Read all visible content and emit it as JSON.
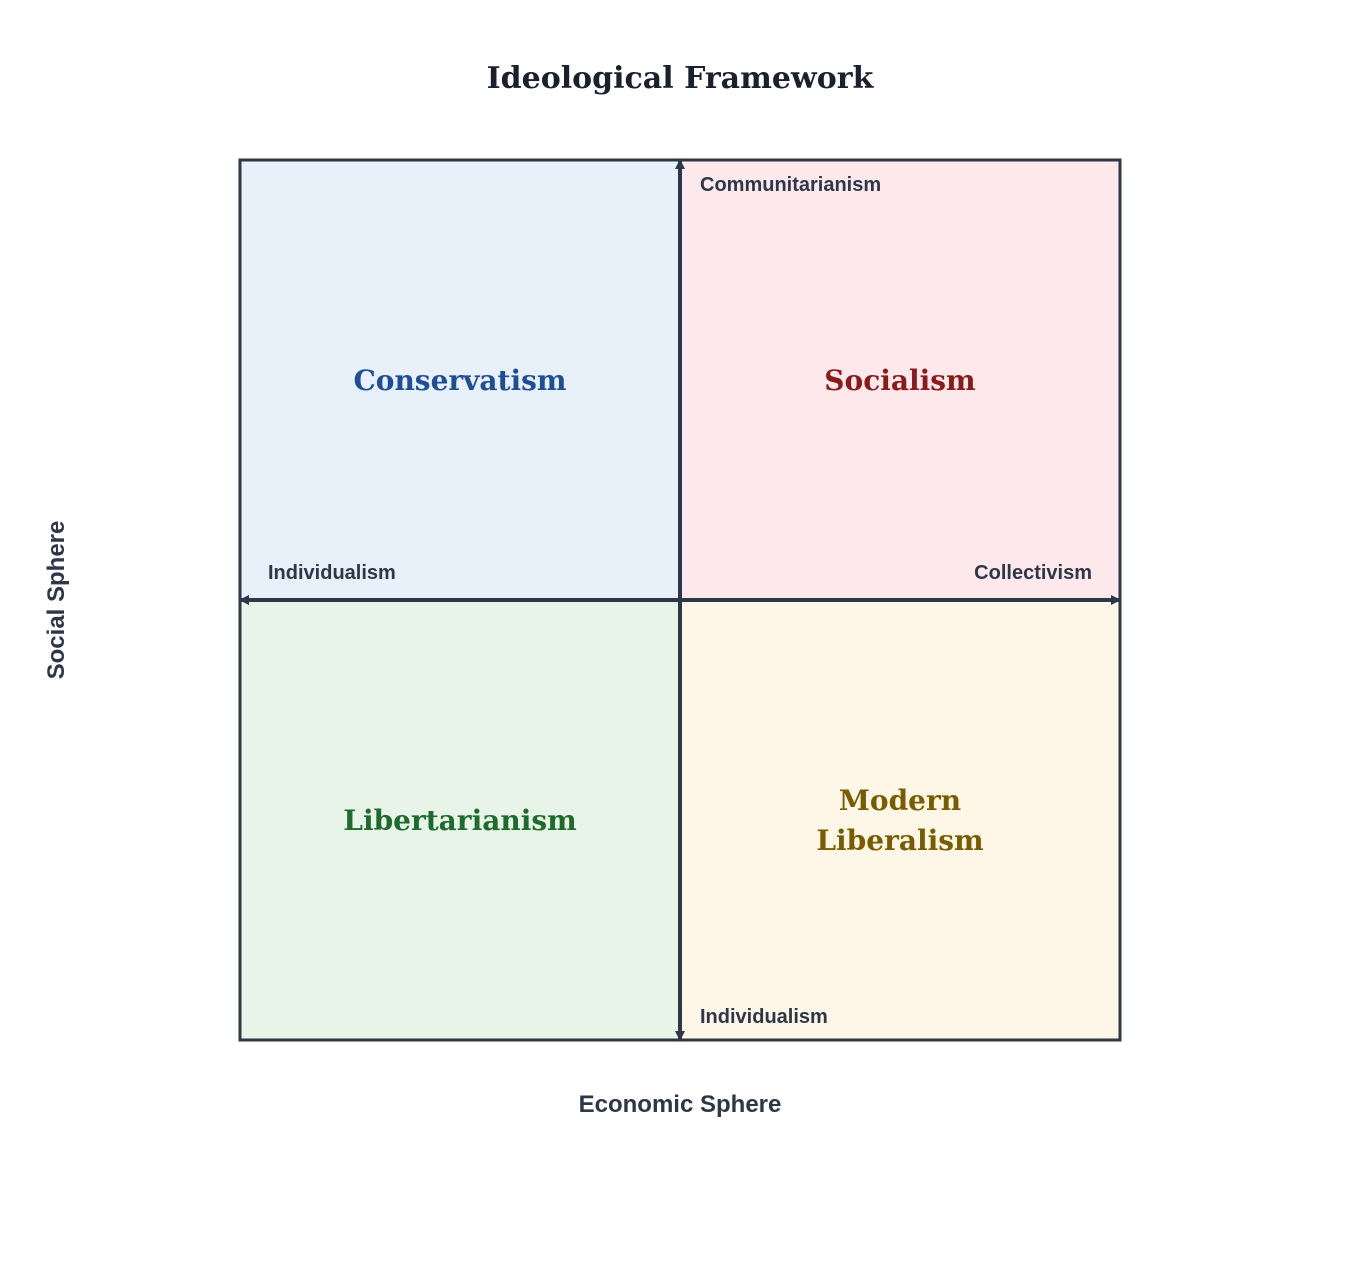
{
  "title": "Ideological Framework",
  "axes": {
    "x_title": "Economic Sphere",
    "y_title": "Social Sphere",
    "x_left_pole": "Individualism",
    "x_right_pole": "Collectivism",
    "y_top_pole": "Communitarianism",
    "y_bottom_pole": "Individualism"
  },
  "quadrants": {
    "top_left": {
      "label": "Conservatism",
      "fill": "#e8f0fa",
      "text_color": "#1f4e96"
    },
    "top_right": {
      "label": "Socialism",
      "fill": "#fde9eb",
      "text_color": "#8b1a1a"
    },
    "bottom_left": {
      "label": "Libertarianism",
      "fill": "#e8f4e8",
      "text_color": "#1e6b2e"
    },
    "bottom_right": {
      "label_line1": "Modern",
      "label_line2": "Liberalism",
      "fill": "#fef6e6",
      "text_color": "#7a5c00"
    }
  },
  "line_color": "#2d3748"
}
